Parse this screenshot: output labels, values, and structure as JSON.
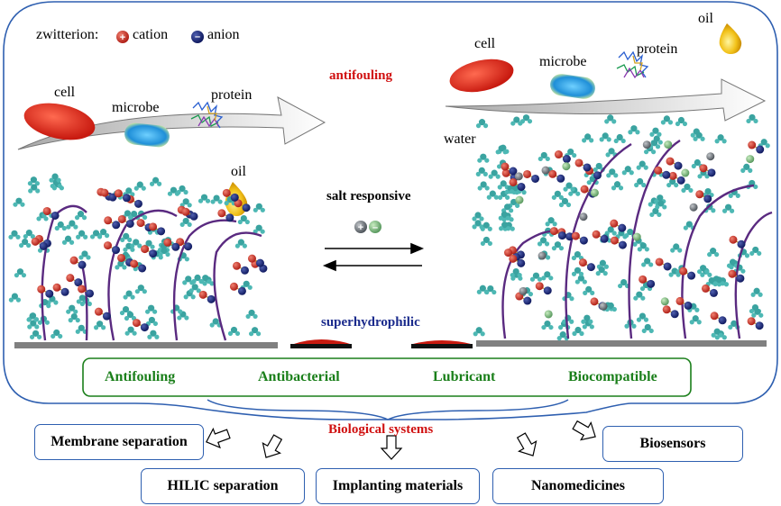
{
  "legend": {
    "label": "zwitterion:",
    "cation": "cation",
    "anion": "anion"
  },
  "left_panel": {
    "cell": "cell",
    "microbe": "microbe",
    "protein": "protein",
    "oil": "oil"
  },
  "right_panel": {
    "cell": "cell",
    "microbe": "microbe",
    "protein": "protein",
    "oil": "oil",
    "water": "water"
  },
  "center": {
    "antifouling": "antifouling",
    "salt_responsive": "salt responsive",
    "superhydrophilic": "superhydrophilic",
    "ion_plus": "+",
    "ion_minus": "−"
  },
  "properties": [
    "Antifouling",
    "Antibacterial",
    "Lubricant",
    "Biocompatible"
  ],
  "biological_systems": "Biological systems",
  "applications": {
    "membrane": "Membrane separation",
    "hilic": "HILIC separation",
    "implant": "Implanting materials",
    "nano": "Nanomedicines",
    "biosensors": "Biosensors"
  },
  "colors": {
    "frame": "#2e5fb0",
    "green": "#1a7f1a",
    "red": "#d01010",
    "cation": "#c8302a",
    "anion": "#1a2370",
    "water": "#3aa3a0",
    "chain": "#5a2a80",
    "substrate": "#808080"
  }
}
